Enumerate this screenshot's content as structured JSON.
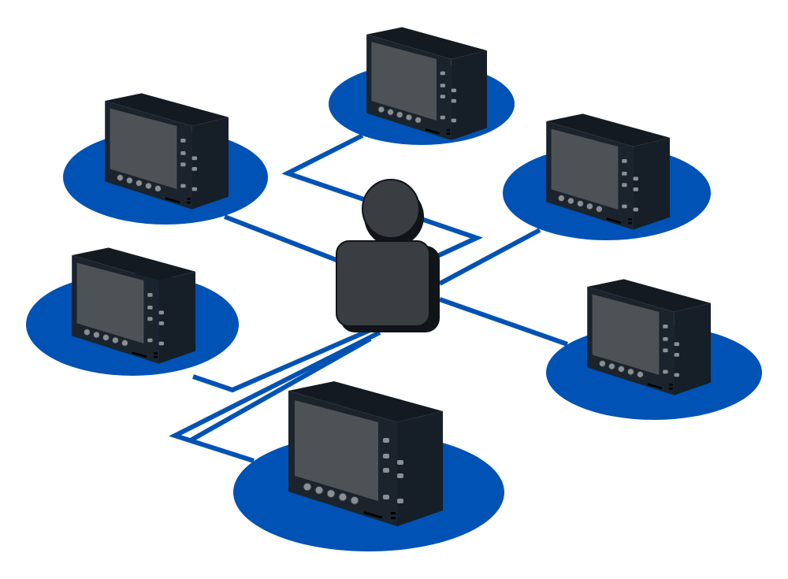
{
  "diagram": {
    "type": "network-topology",
    "node_count": 6,
    "hub_count": 1,
    "colors": {
      "platform": "#0052b4",
      "link": "#0052b4",
      "device_body": "#1b232d",
      "device_top": "#131a22",
      "device_side": "#161e27",
      "screen": "#4d5257",
      "connector": "#8a8f94",
      "hub": "#3a3d42",
      "hub_edge": "#111418"
    }
  }
}
